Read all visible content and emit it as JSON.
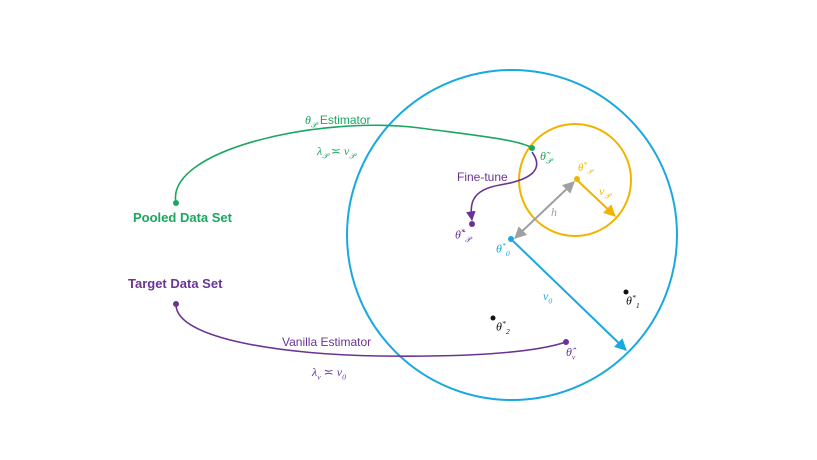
{
  "colors": {
    "green": "#1aa760",
    "purple": "#6b3494",
    "blue": "#1aa8e0",
    "orange": "#f0b400",
    "gray": "#a0a0a0",
    "black": "#111111"
  },
  "labels": {
    "pooled_data_set": "Pooled Data Set",
    "target_data_set": "Target Data Set",
    "pooled_estimator_sym": "θ",
    "pooled_estimator_sub": "𝒫",
    "pooled_estimator_word": " Estimator",
    "lambda_p_lhs": "λ",
    "lambda_p_lhs_sub": "𝒫",
    "lambda_p_rel": " ≍ ",
    "lambda_p_rhs": "v",
    "lambda_p_rhs_sub": "𝒫",
    "vanilla_estimator": "Vanilla Estimator",
    "lambda_v_lhs": "λ",
    "lambda_v_lhs_sub": "v",
    "lambda_v_rel": " ≍ ",
    "lambda_v_rhs": "v",
    "lambda_v_rhs_sub": "0",
    "fine_tune": "Fine-tune",
    "theta_tilde_p": "θ̃",
    "theta_tilde_p_sub": "𝒫",
    "theta_tilde_p_star": "θ̃",
    "theta_tilde_p_star_sup": "*",
    "theta_tilde_p_star_sub": "𝒫",
    "theta_p_star": "θ",
    "theta_p_star_sup": "*",
    "theta_p_star_sub": "𝒫",
    "v_p": "v",
    "v_p_sub": "𝒫",
    "h": "h",
    "theta_0_star": "θ",
    "theta_0_star_sup": "*",
    "theta_0_star_sub": "0",
    "v_0": "v",
    "v_0_sub": "0",
    "theta_1_star": "θ",
    "theta_1_star_sup": "*",
    "theta_1_star_sub": "1",
    "theta_2_star": "θ",
    "theta_2_star_sup": "*",
    "theta_2_star_sub": "2",
    "theta_hat_v": "θ̂",
    "theta_hat_v_sub": "v"
  }
}
